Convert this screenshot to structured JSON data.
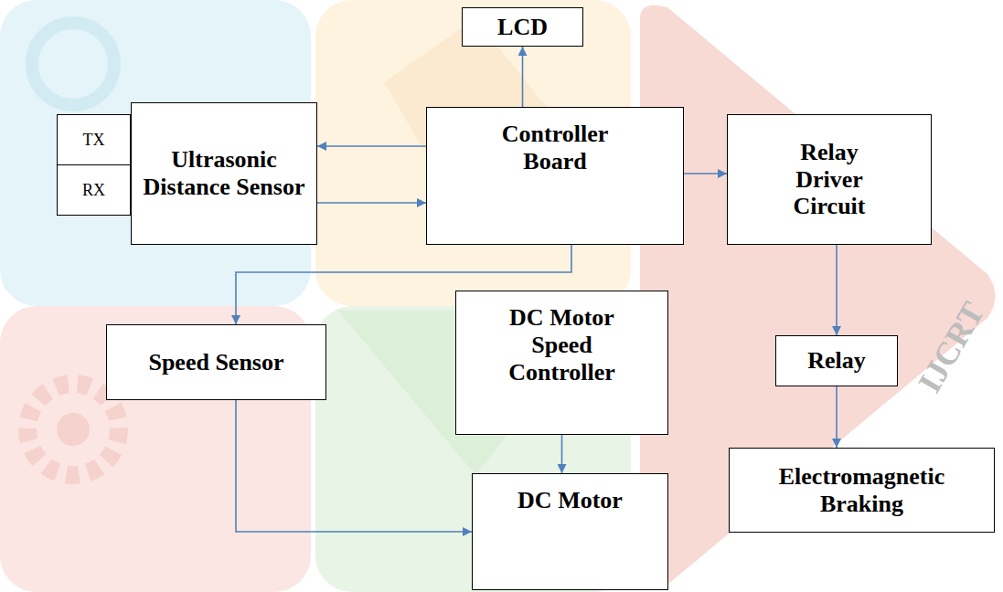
{
  "diagram": {
    "nodes": [
      {
        "text": [
          "LCD"
        ]
      },
      {
        "text": [
          "TX"
        ]
      },
      {
        "text": [
          "RX"
        ]
      },
      {
        "text": [
          "Ultrasonic Distance Sensor"
        ]
      },
      {
        "text": [
          "Controller Board"
        ]
      },
      {
        "text": [
          "Relay Driver Circuit"
        ]
      },
      {
        "text": [
          "Speed Sensor"
        ]
      },
      {
        "text": [
          "DC Motor Speed Controller"
        ]
      },
      {
        "text": [
          "Relay"
        ]
      },
      {
        "text": [
          "DC Motor"
        ]
      },
      {
        "text": [
          "Electromagnetic Braking"
        ]
      }
    ],
    "edges": [
      {
        "from": 4,
        "to": 0,
        "arrow": "to"
      },
      {
        "from": 4,
        "to": 3,
        "arrow": "to"
      },
      {
        "from": 3,
        "to": 4,
        "arrow": "to"
      },
      {
        "from": 4,
        "to": 5,
        "arrow": "to"
      },
      {
        "from": 4,
        "to": 6,
        "arrow": "to"
      },
      {
        "from": 6,
        "to": 9,
        "arrow": "to"
      },
      {
        "from": 7,
        "to": 9,
        "arrow": "to"
      },
      {
        "from": 5,
        "to": 8,
        "arrow": "to"
      },
      {
        "from": 8,
        "to": 10,
        "arrow": "to"
      }
    ],
    "labels": [
      "IJCRT"
    ]
  }
}
